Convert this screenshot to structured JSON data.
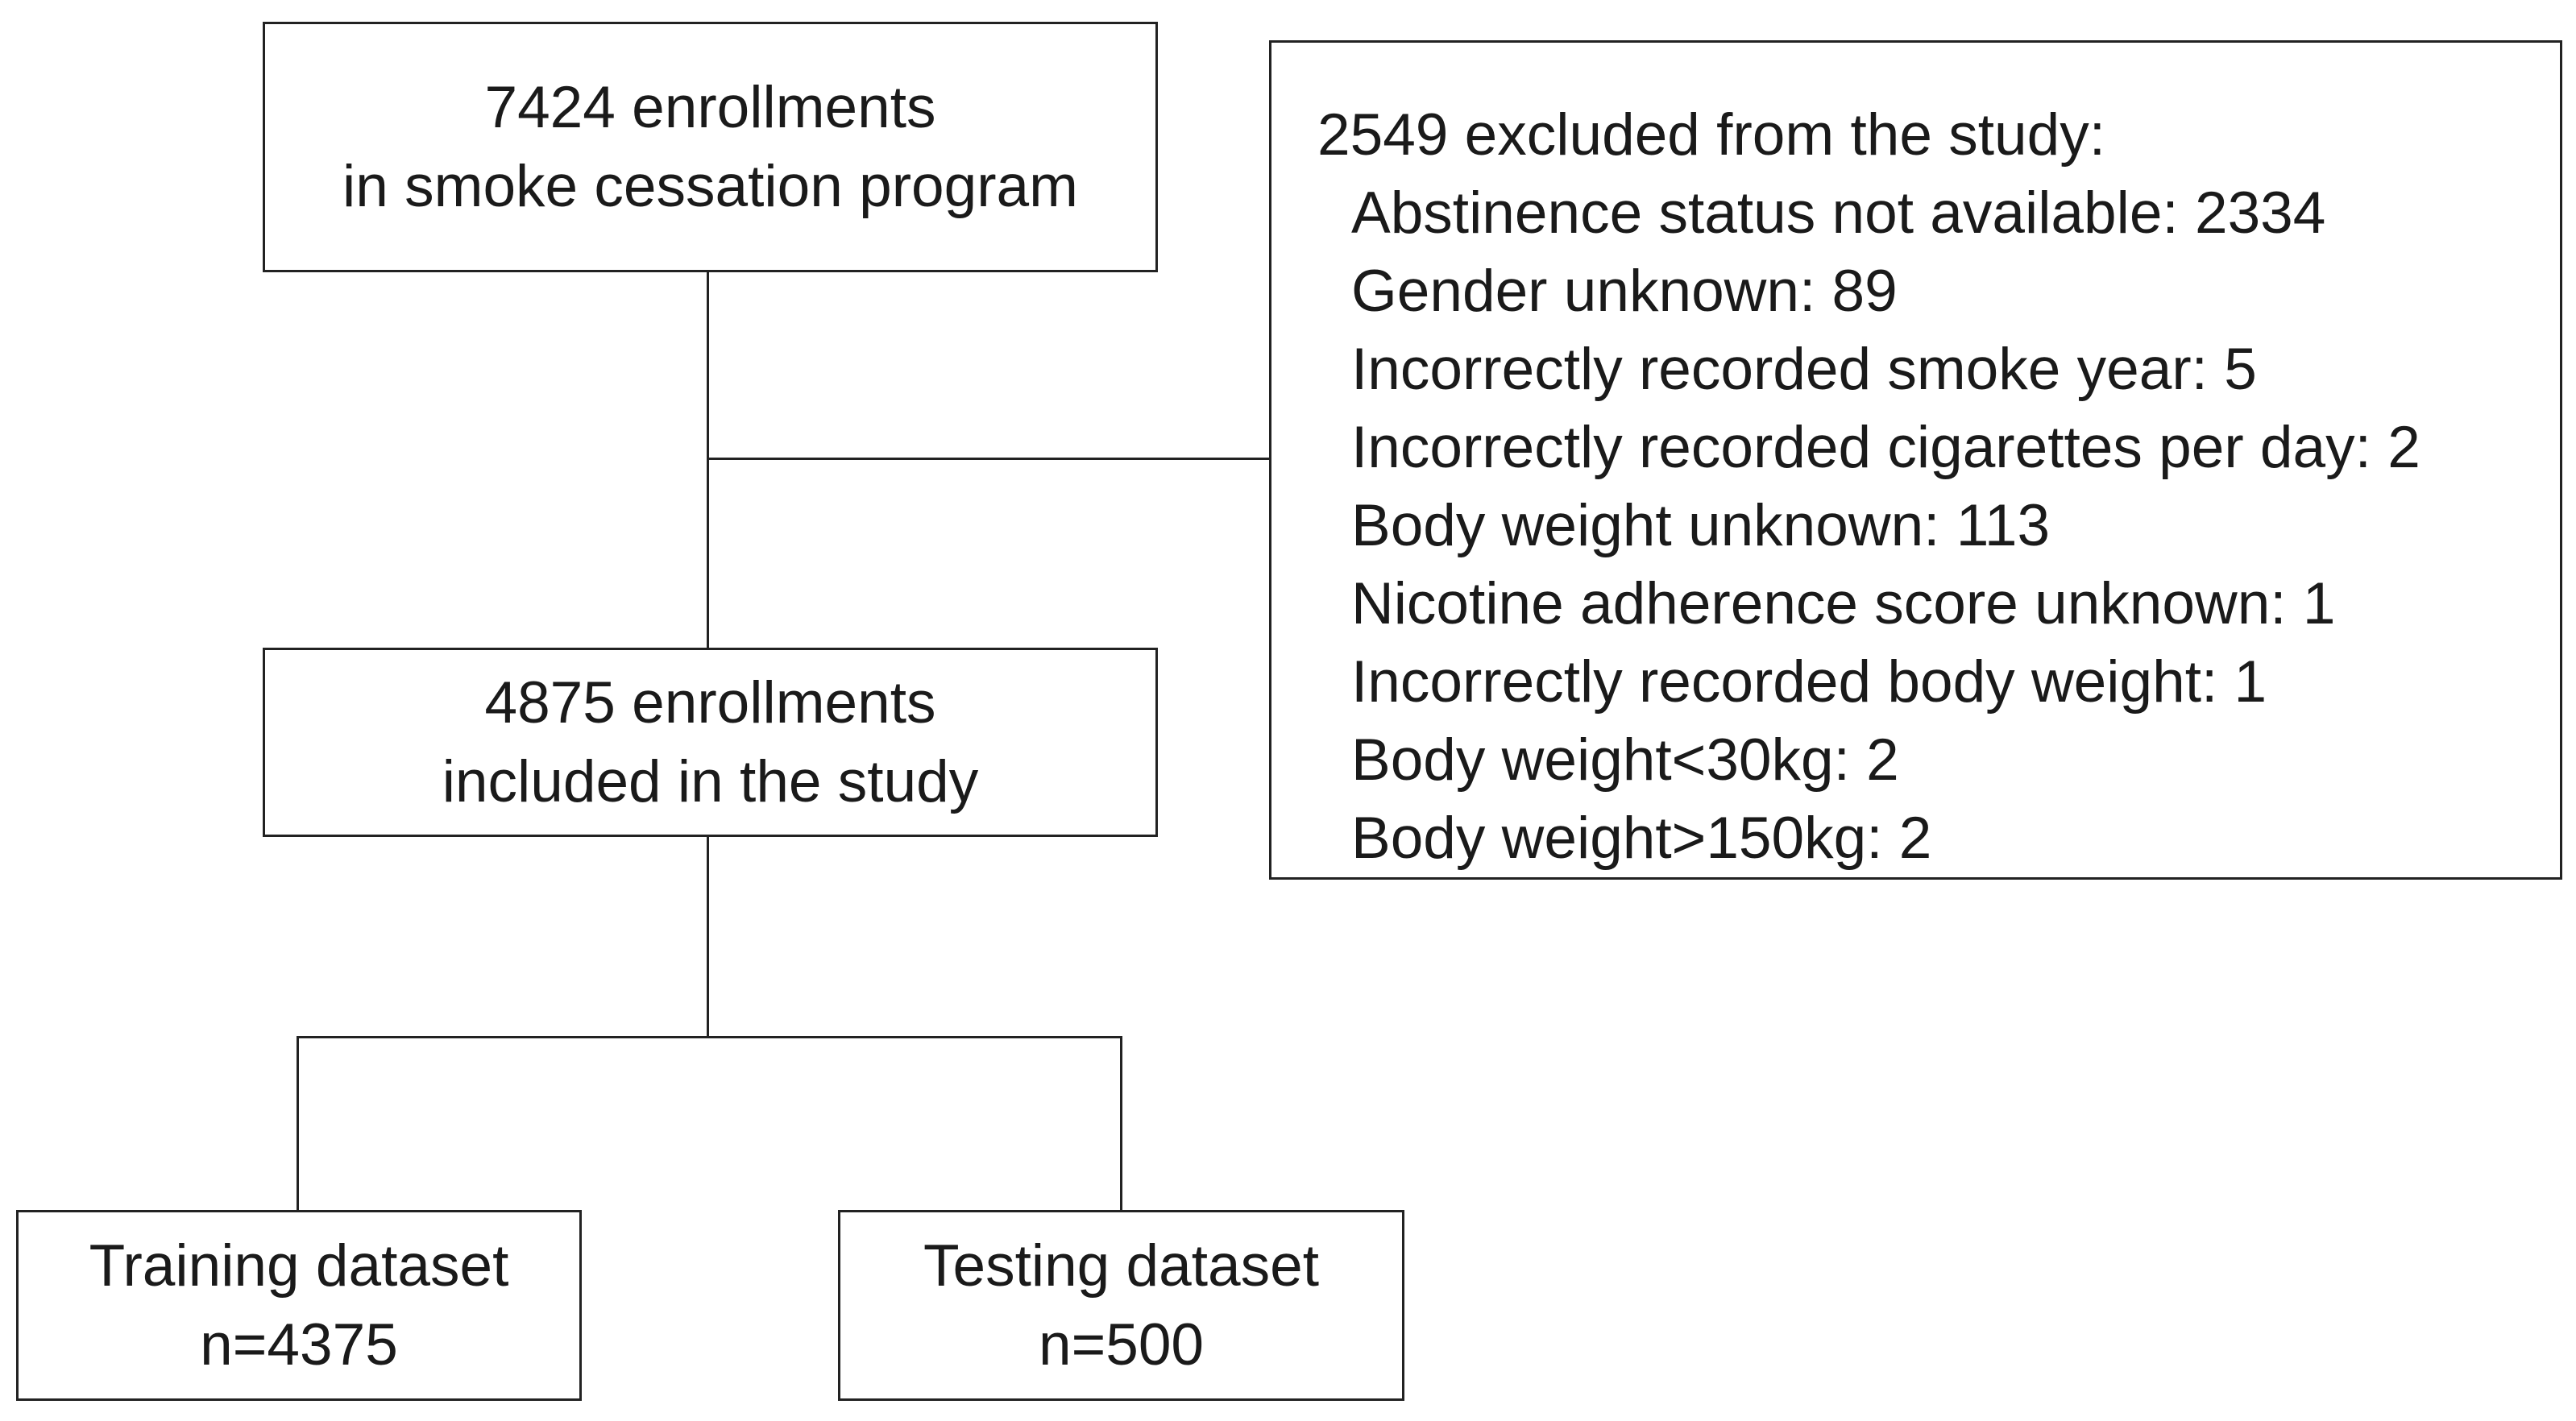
{
  "enrollments": {
    "line1": "7424 enrollments",
    "line2": "in smoke cessation program"
  },
  "included": {
    "line1": "4875 enrollments",
    "line2": "included in the study"
  },
  "excluded": {
    "title": "2549 excluded from the study:",
    "items": [
      "Abstinence status not available: 2334",
      "Gender unknown: 89",
      "Incorrectly recorded smoke year: 5",
      "Incorrectly recorded cigarettes per day: 2",
      "Body weight unknown: 113",
      "Nicotine adherence score unknown: 1",
      "Incorrectly recorded body weight: 1",
      "Body weight<30kg: 2",
      "Body weight>150kg: 2"
    ]
  },
  "training": {
    "line1": "Training dataset",
    "line2": "n=4375"
  },
  "testing": {
    "line1": "Testing dataset",
    "line2": "n=500"
  }
}
